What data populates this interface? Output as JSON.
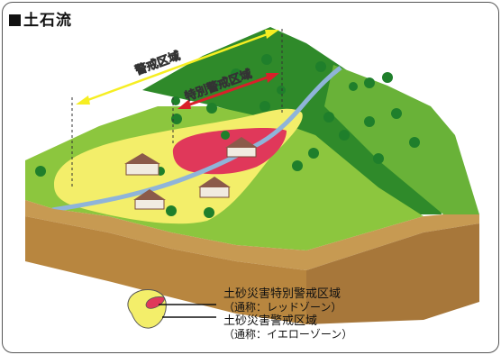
{
  "title": "土石流",
  "diagram": {
    "zone_labels": {
      "warning": "警戒区域",
      "special_warning": "特別警戒区域"
    }
  },
  "legend": {
    "items": [
      {
        "name": "土砂災害特別警戒区域",
        "nickname": "（通称：レッドゾーン）",
        "color": "#e0385a"
      },
      {
        "name": "土砂災害警戒区域",
        "nickname": "（通称：イエローゾーン）",
        "color": "#f3ee6a"
      }
    ]
  },
  "colors": {
    "warning_arrow": "#f6ee22",
    "special_arrow": "#d8202a",
    "grass": "#4aa838",
    "soil": "#c79a52"
  }
}
